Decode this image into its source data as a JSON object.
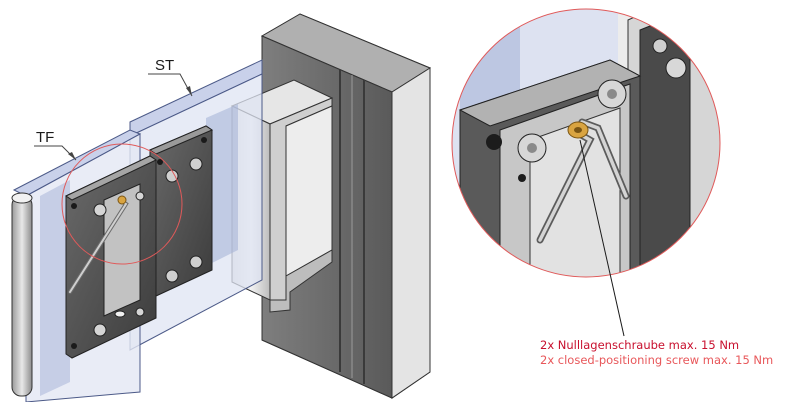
{
  "labels": {
    "st": "ST",
    "tf": "TF"
  },
  "note": {
    "line1": "2x Nulllagenschraube max. 15 Nm",
    "line2": "2x closed-positioning screw max. 15 Nm"
  },
  "colors": {
    "note_dark": "#c8102e",
    "note_light": "#e8575a",
    "detail_circle": "#e05a5a",
    "glass": "#c4cde8",
    "glass_dark": "#8d9cc9",
    "steel": "#8a8a8a",
    "dark_metal": "#4a4a4a",
    "brass": "#d9a441"
  }
}
